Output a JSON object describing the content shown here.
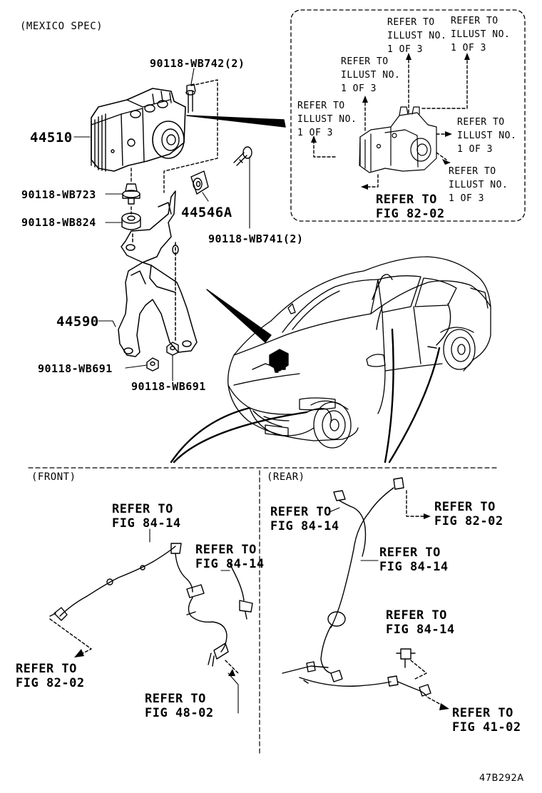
{
  "header": {
    "spec_label": "(MEXICO SPEC)"
  },
  "parts": {
    "p44510": "44510",
    "p90118_wb742": "90118-WB742(2)",
    "p90118_wb723": "90118-WB723",
    "p90118_wb824": "90118-WB824",
    "p44546a": "44546A",
    "p90118_wb741": "90118-WB741(2)",
    "p44590": "44590",
    "p90118_wb691_left": "90118-WB691",
    "p90118_wb691_right": "90118-WB691"
  },
  "inset": {
    "ref_top_center": "REFER TO\nILLUST NO.\n1 OF 3",
    "ref_top_right": "REFER TO\nILLUST NO.\n1 OF 3",
    "ref_mid_center": "REFER TO\nILLUST NO.\n1 OF 3",
    "ref_left": "REFER TO\nILLUST NO.\n1 OF 3",
    "ref_right_upper": "REFER TO\nILLUST NO.\n1 OF 3",
    "ref_right_lower": "REFER TO\nILLUST NO.\n1 OF 3",
    "ref_fig_82_02": "REFER TO\nFIG 82-02"
  },
  "front": {
    "section_label": "(FRONT)",
    "ref_fig_84_14_a": "REFER TO\nFIG 84-14",
    "ref_fig_84_14_b": "REFER TO\nFIG 84-14",
    "ref_fig_82_02": "REFER TO\nFIG 82-02",
    "ref_fig_48_02": "REFER TO\nFIG 48-02"
  },
  "rear": {
    "section_label": "(REAR)",
    "ref_fig_84_14_a": "REFER TO\nFIG 84-14",
    "ref_fig_82_02": "REFER TO\nFIG 82-02",
    "ref_fig_84_14_b": "REFER TO\nFIG 84-14",
    "ref_fig_84_14_c": "REFER TO\nFIG 84-14",
    "ref_fig_41_02": "REFER TO\nFIG 41-02"
  },
  "footer": {
    "figure_id": "47B292A"
  }
}
